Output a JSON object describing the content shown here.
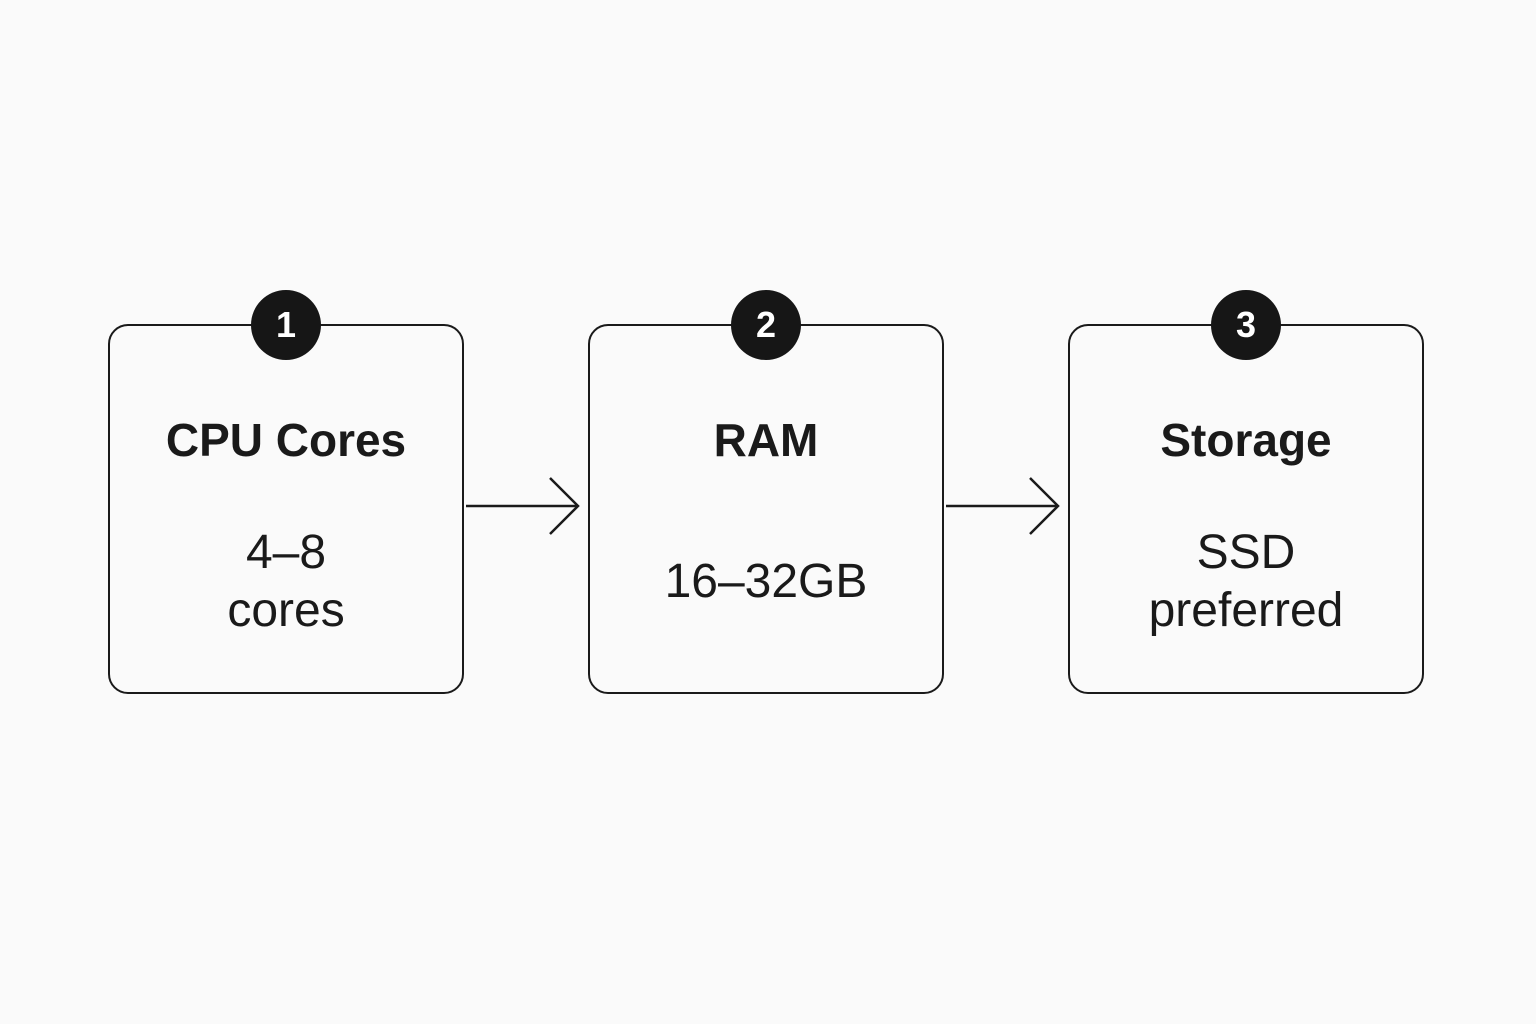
{
  "steps": [
    {
      "number": "1",
      "title": "CPU Cores",
      "value_lines": [
        "4–8",
        "cores"
      ]
    },
    {
      "number": "2",
      "title": "RAM",
      "value_lines": [
        "16–32GB"
      ]
    },
    {
      "number": "3",
      "title": "Storage",
      "value_lines": [
        "SSD",
        "preferred"
      ]
    }
  ],
  "connectors": [
    {
      "from": "1",
      "to": "2",
      "icon": "arrow-right-icon"
    },
    {
      "from": "2",
      "to": "3",
      "icon": "arrow-right-icon"
    }
  ],
  "colors": {
    "background": "#fafafa",
    "stroke": "#1a1a1a",
    "badge_fill": "#161616",
    "badge_text": "#ffffff"
  }
}
